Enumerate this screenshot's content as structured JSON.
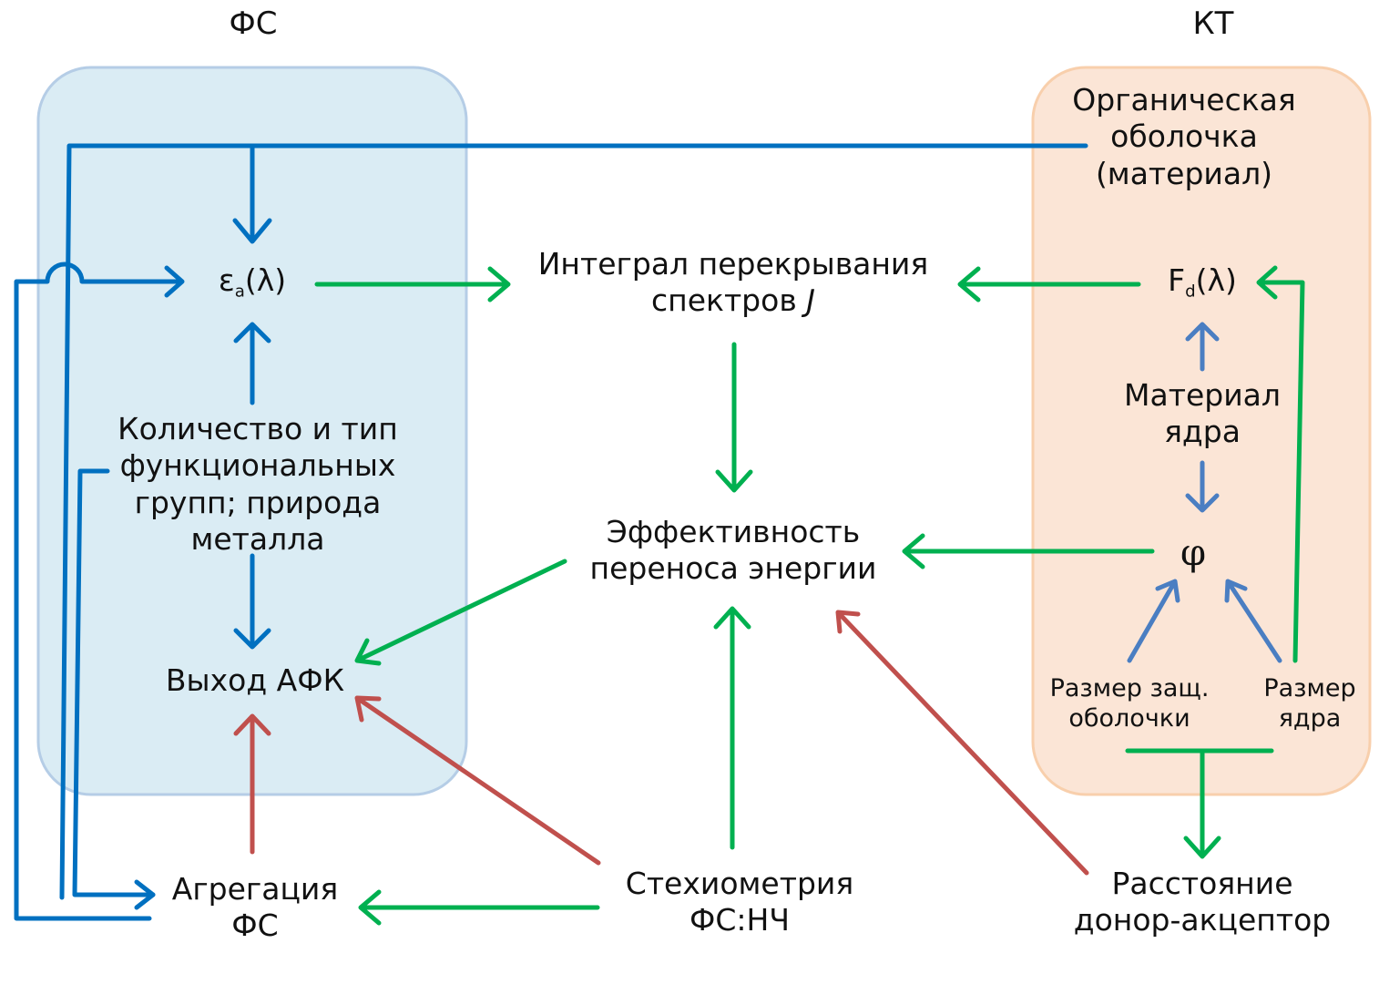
{
  "headers": {
    "fs": "ФС",
    "kt": "КТ"
  },
  "nodes": {
    "organic_shell": [
      "Органическая",
      "оболочка",
      "(материал)"
    ],
    "epsilon": {
      "base": "ε",
      "sub": "a",
      "arg": "(λ)"
    },
    "overlap_integral": {
      "line1": "Интеграл перекрывания",
      "line2": "спектров",
      "symbol": "J"
    },
    "fd": {
      "base": "F",
      "sub": "d",
      "arg": "(λ)"
    },
    "core_material": [
      "Материал",
      "ядра"
    ],
    "functional_groups": [
      "Количество и тип",
      "функциональных",
      "групп; природа",
      "металла"
    ],
    "transfer_efficiency": [
      "Эффективность",
      "переноса энергии"
    ],
    "phi": "φ",
    "ros_yield": "Выход АФК",
    "shell_size": [
      "Размер защ.",
      "оболочки"
    ],
    "core_size": [
      "Размер",
      "ядра"
    ],
    "aggregation": [
      "Агрегация",
      "ФС"
    ],
    "stoichiometry": [
      "Стехиометрия",
      "ФС:НЧ"
    ],
    "distance": [
      "Расстояние",
      "донор-акцептор"
    ]
  },
  "colors": {
    "fs_box_fill": "#daecf4",
    "kt_box_fill": "#fbe5d6",
    "dark_blue_arrow": "#0070c0",
    "light_blue_arrow": "#4a7ec2",
    "green_arrow": "#00b050",
    "red_arrow": "#c0504d"
  }
}
